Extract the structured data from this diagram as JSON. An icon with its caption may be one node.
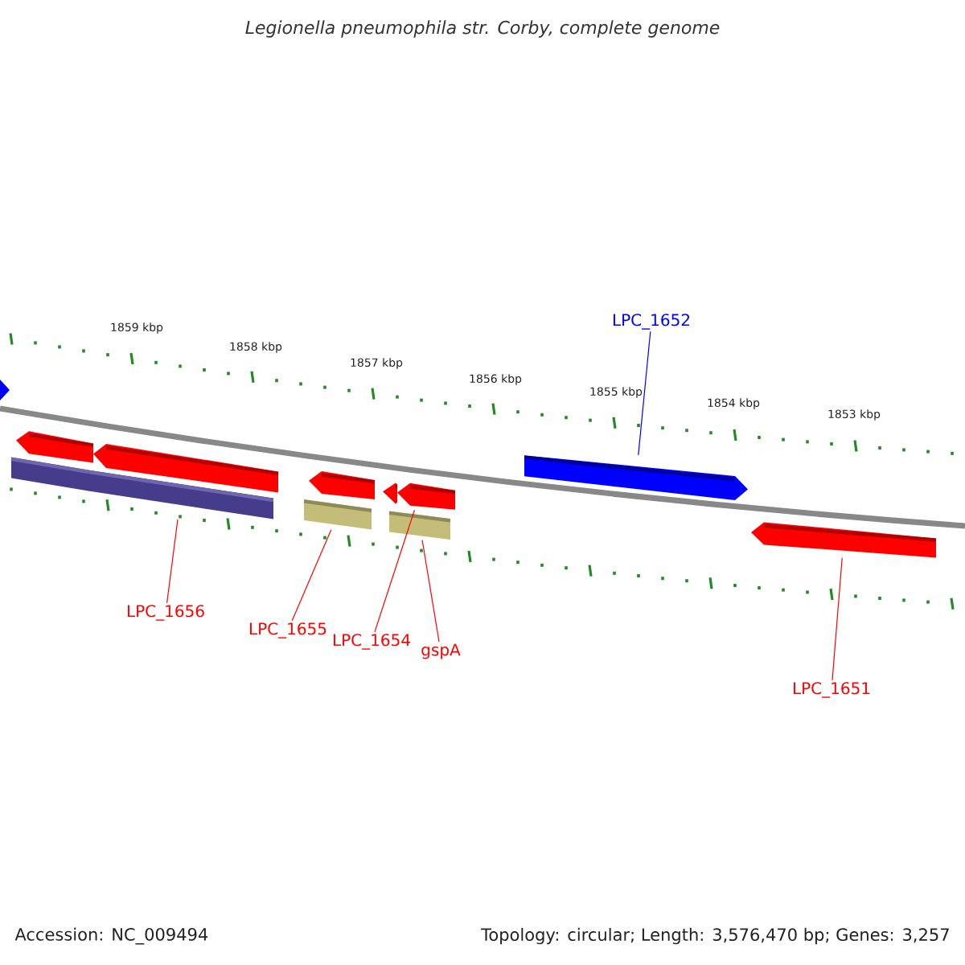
{
  "diagram": {
    "title": "Legionella pneumophila str. Corby, complete genome",
    "nodes": [
      {
        "text": [
          "LPC_1652"
        ]
      },
      {
        "text": [],
        "shape": "arrow"
      },
      {
        "text": [],
        "shape": "bar"
      },
      {
        "text": [],
        "shape": "bar"
      },
      {
        "text": [],
        "shape": "arrow"
      },
      {
        "text": [],
        "shape": "bar"
      },
      {
        "text": [],
        "shape": "arrow"
      },
      {
        "text": [
          "LPC_1656"
        ]
      },
      {
        "text": [
          "LPC_1655"
        ]
      },
      {
        "text": [
          "LPC_1654"
        ]
      },
      {
        "text": [
          "gspA"
        ]
      },
      {
        "text": [
          "LPC_1651"
        ]
      },
      {
        "text": [],
        "shape": "arrow"
      },
      {
        "text": [],
        "shape": "arrow"
      },
      {
        "text": [],
        "shape": "arrow"
      },
      {
        "text": [],
        "shape": "bar"
      },
      {
        "text": [],
        "shape": "arrow"
      }
    ],
    "edges": [
      {
        "from": 0,
        "to": 1,
        "arrow": "none",
        "color": "#0000ff"
      },
      {
        "from": 7,
        "to": 2,
        "arrow": "none"
      },
      {
        "from": 8,
        "to": 3,
        "arrow": "none"
      },
      {
        "from": 9,
        "to": 4,
        "arrow": "none"
      },
      {
        "from": 10,
        "to": 5,
        "arrow": "none"
      },
      {
        "from": 11,
        "to": 6,
        "arrow": "none"
      }
    ],
    "labels": [
      "1859 kbp",
      "1858 kbp",
      "1857 kbp",
      "1856 kbp",
      "1855 kbp",
      "1854 kbp",
      "1853 kbp",
      "Accession: NC_009494",
      "Topology: circular; Length: 3,576,470 bp; Genes: 3,257"
    ]
  }
}
